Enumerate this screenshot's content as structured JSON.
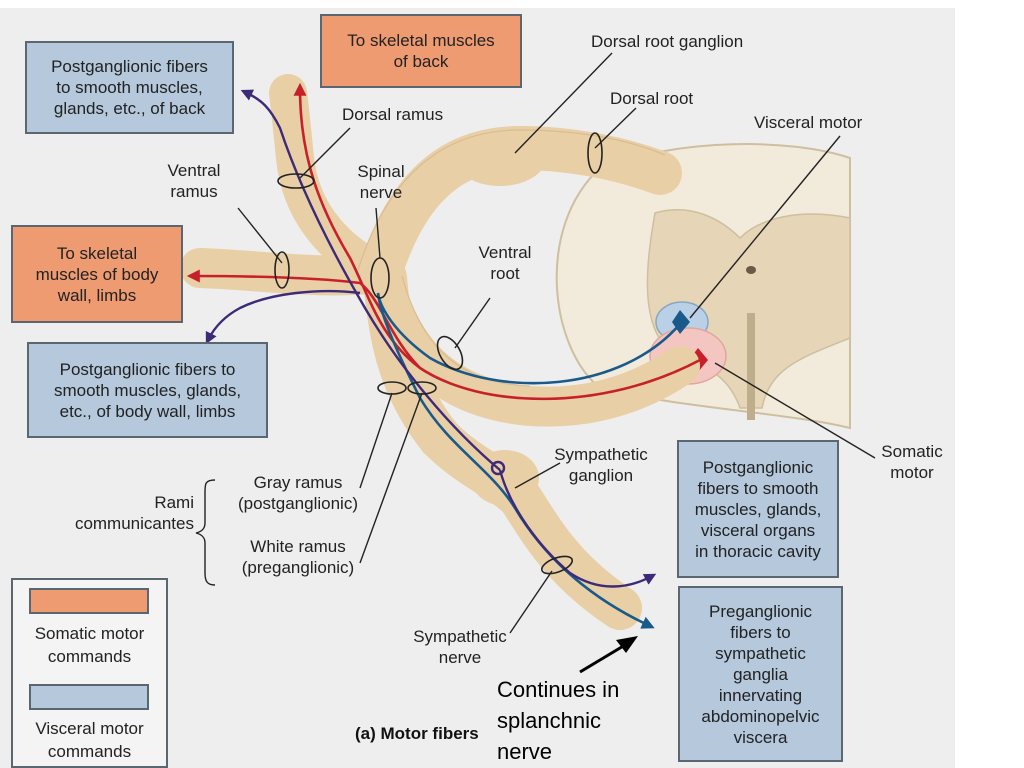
{
  "colors": {
    "somatic_red": "#c8202a",
    "visceral_blue": "#1a5a8a",
    "postganglionic_purple": "#3d2a78",
    "nerve_tan": "#e9cfa6",
    "grey_matter": "#e6d5b6",
    "white_matter": "#f2ebdc",
    "box_blue": "#b5c8dc",
    "box_orange": "#ef9b72"
  },
  "boxes": {
    "post_back": "Postganglionic fibers\nto smooth muscles,\nglands, etc., of back",
    "skeletal_back": "To skeletal muscles\nof back",
    "skeletal_body": "To skeletal\nmuscles of body\nwall, limbs",
    "post_body": "Postganglionic fibers to\nsmooth muscles, glands,\netc., of body wall, limbs",
    "post_thoracic": "Postganglionic\nfibers to smooth\nmuscles, glands,\nvisceral organs\nin thoracic cavity",
    "pre_abdominal": "Preganglionic\nfibers to\nsympathetic\nganglia\ninnervating\nabdominopelvic\nviscera"
  },
  "labels": {
    "dorsal_root_ganglion": "Dorsal root ganglion",
    "dorsal_root": "Dorsal root",
    "dorsal_ramus": "Dorsal ramus",
    "visceral_motor": "Visceral motor",
    "ventral_ramus": "Ventral\nramus",
    "spinal_nerve": "Spinal\nnerve",
    "ventral_root": "Ventral\nroot",
    "somatic_motor": "Somatic\nmotor",
    "sympathetic_ganglion": "Sympathetic\nganglion",
    "gray_ramus": "Gray ramus\n(postganglionic)",
    "white_ramus": "White ramus\n(preganglionic)",
    "rami_communicantes": "Rami\ncommunicantes",
    "sympathetic_nerve": "Sympathetic\nnerve"
  },
  "legend": {
    "somatic": "Somatic motor\ncommands",
    "visceral": "Visceral motor\ncommands"
  },
  "caption": "(a) Motor fibers",
  "note": "Continues in\nsplanchnic\nnerve"
}
